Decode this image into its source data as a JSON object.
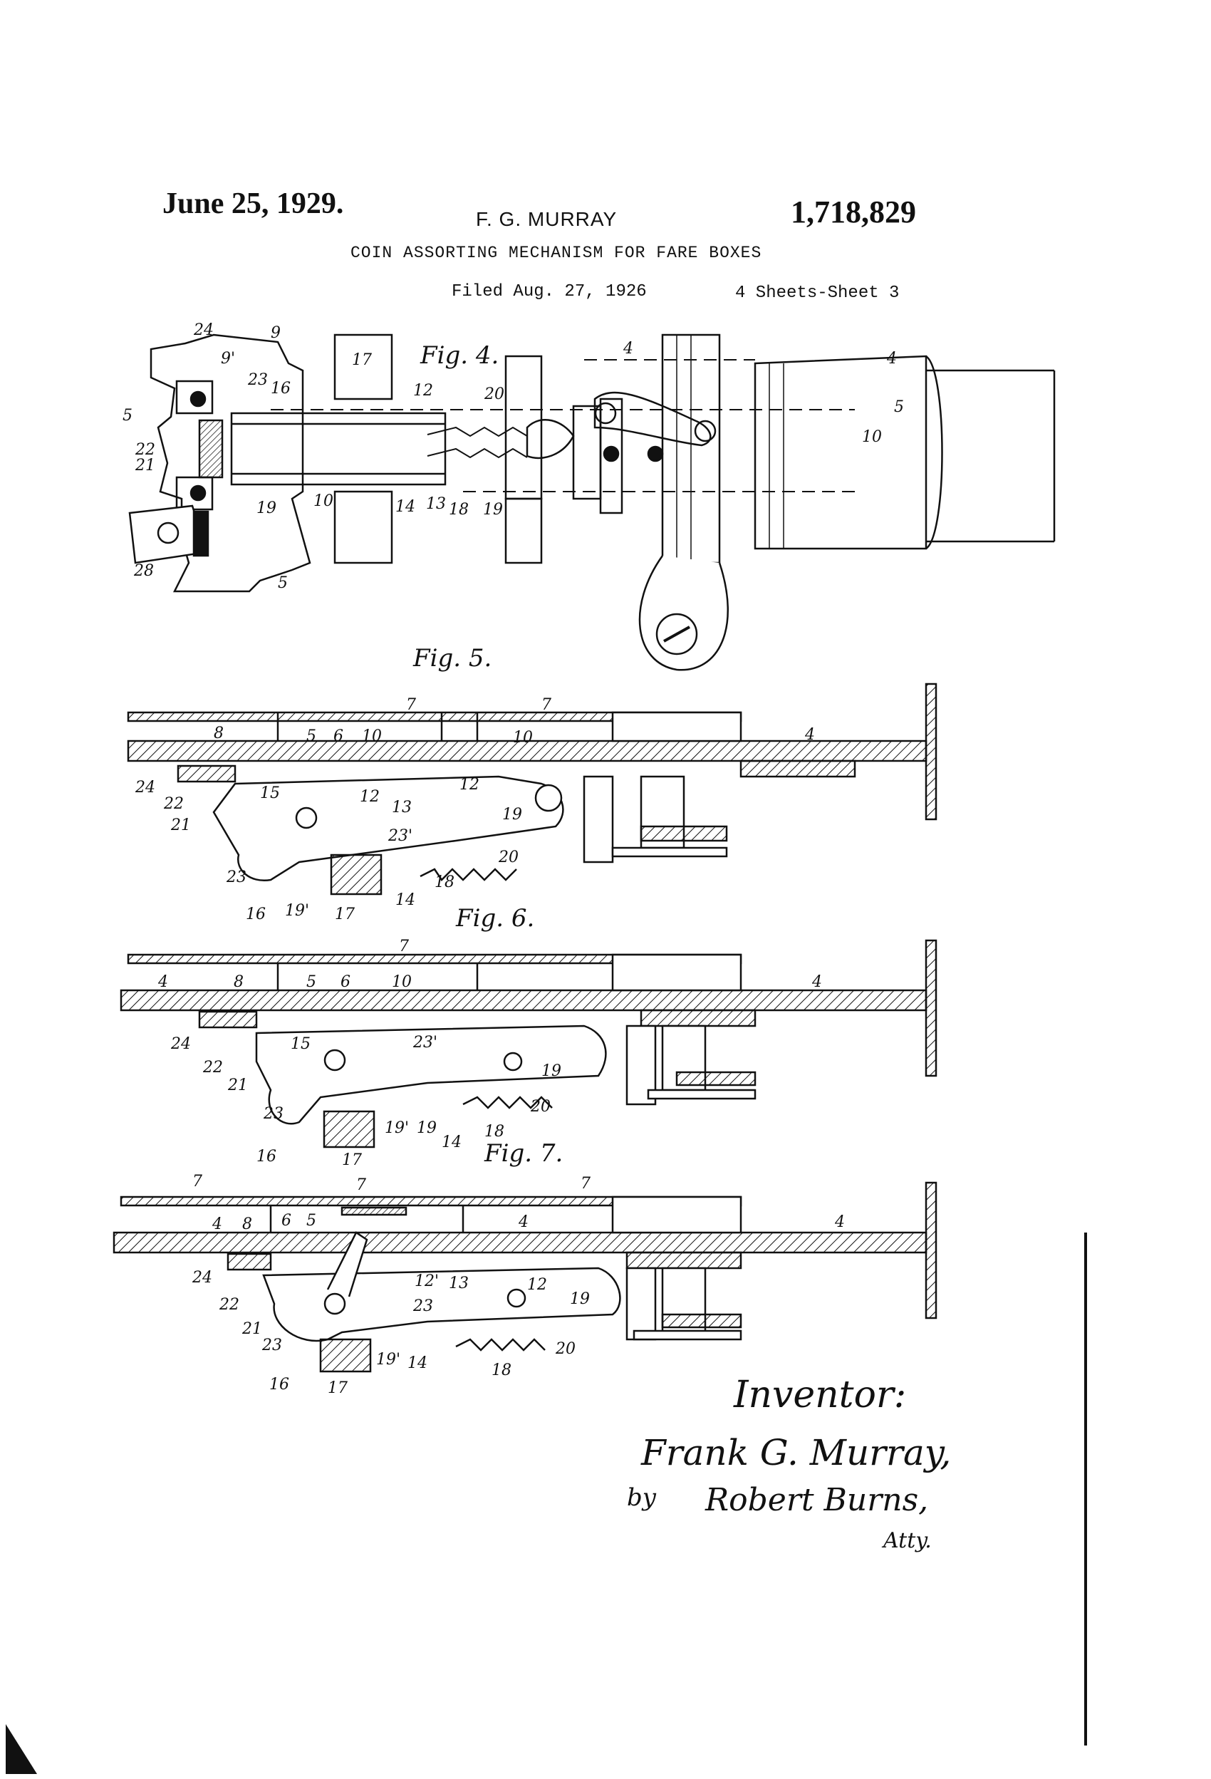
{
  "header": {
    "date": "June 25, 1929.",
    "inventor": "F. G. MURRAY",
    "patent_number": "1,718,829",
    "title": "COIN ASSORTING MECHANISM FOR FARE BOXES",
    "filed": "Filed Aug. 27, 1926",
    "sheets": "4 Sheets-Sheet 3"
  },
  "figures": {
    "fig4": "Fig. 4.",
    "fig5": "Fig. 5.",
    "fig6": "Fig. 6.",
    "fig7": "Fig. 7."
  },
  "reference_numerals": {
    "fig4": [
      "24",
      "9",
      "9'",
      "23",
      "16",
      "5",
      "22",
      "21",
      "19",
      "28",
      "17",
      "12",
      "20",
      "10",
      "14",
      "13",
      "18",
      "19",
      "4",
      "4",
      "5",
      "10",
      "5"
    ],
    "fig5": [
      "7",
      "7",
      "8",
      "5",
      "6",
      "10",
      "10",
      "4",
      "24",
      "22",
      "21",
      "23",
      "16",
      "19'",
      "17",
      "14",
      "15",
      "12",
      "12",
      "13",
      "19",
      "23'",
      "20",
      "18"
    ],
    "fig6": [
      "7",
      "4",
      "8",
      "5",
      "6",
      "10",
      "4",
      "24",
      "22",
      "21",
      "23",
      "16",
      "17",
      "15",
      "23'",
      "19",
      "19'",
      "19",
      "20",
      "18",
      "14"
    ],
    "fig7": [
      "7",
      "7",
      "7",
      "4",
      "8",
      "6",
      "5",
      "4",
      "4",
      "24",
      "22",
      "21",
      "23",
      "16",
      "17",
      "12'",
      "13",
      "12",
      "19",
      "23",
      "19'",
      "14",
      "20",
      "18"
    ]
  },
  "signature": {
    "label": "Inventor:",
    "name": "Frank G. Murray,",
    "by": "by",
    "attorney": "Robert Burns,",
    "role": "Atty."
  }
}
